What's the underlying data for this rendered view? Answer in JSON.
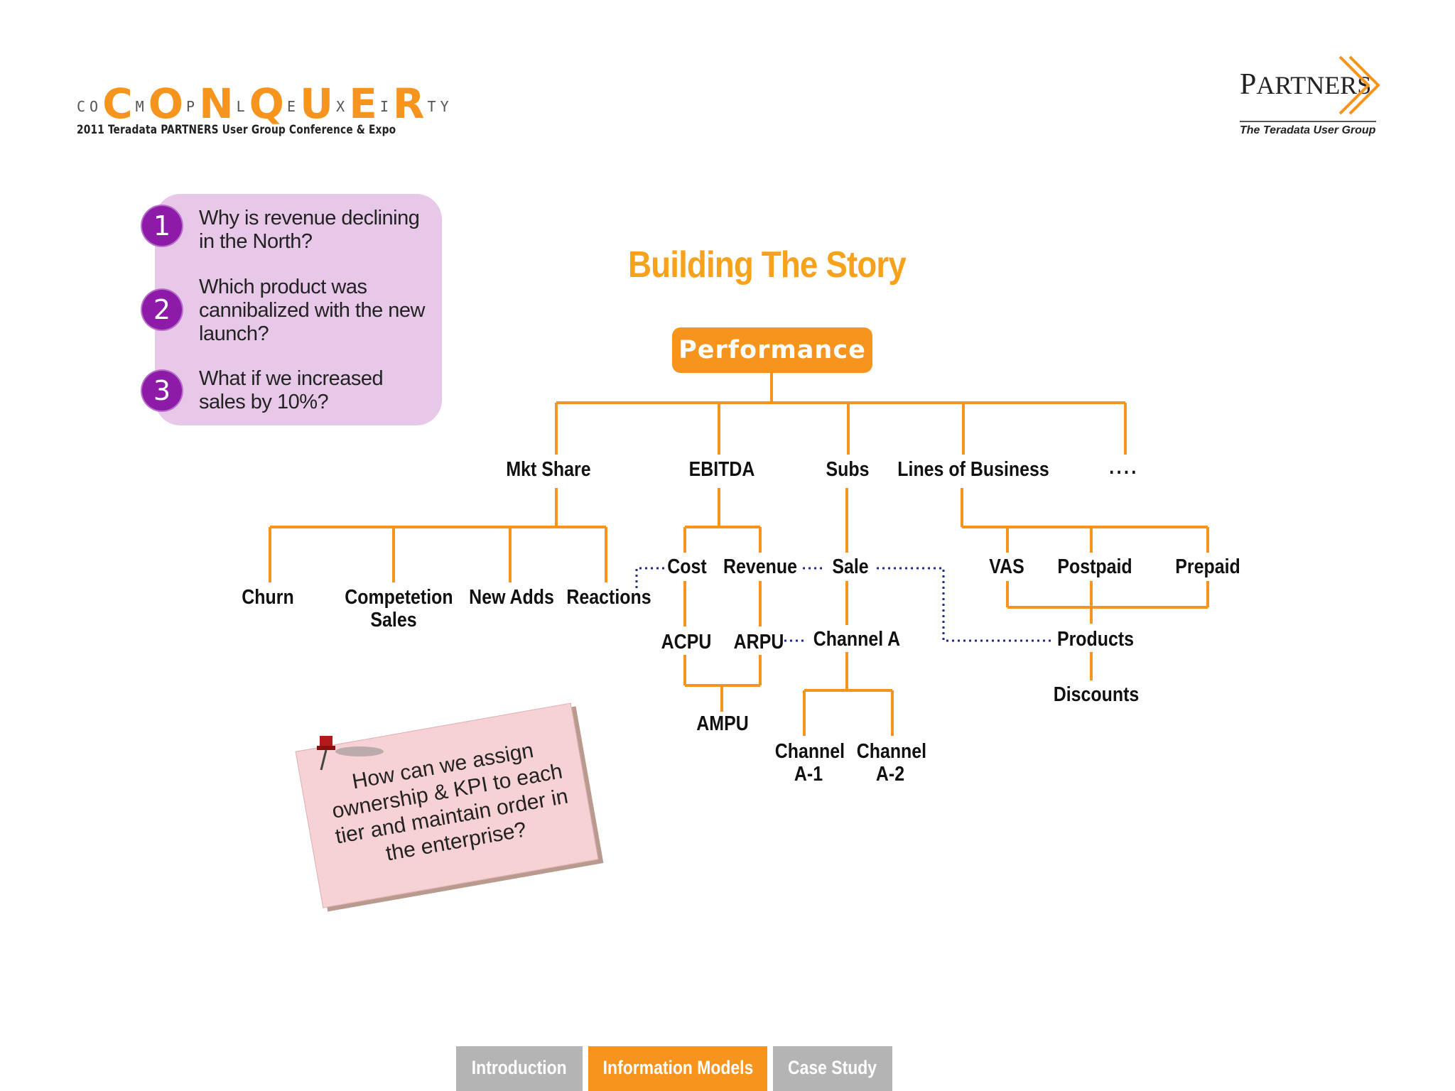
{
  "header": {
    "logo_small_letters": [
      "C",
      "O",
      "M",
      "P",
      "L",
      "E",
      "X",
      "I",
      "T",
      "Y"
    ],
    "logo_big_letters": [
      "C",
      "O",
      "N",
      "Q",
      "U",
      "E",
      "R"
    ],
    "logo_subtitle": "2011 Teradata PARTNERS User Group Conference & Expo",
    "partners_name_first": "P",
    "partners_name_rest": "ARTNERS",
    "partners_tagline": "The Teradata User Group"
  },
  "questions": [
    {
      "number": "1",
      "text": "Why is revenue declining in the North?"
    },
    {
      "number": "2",
      "text": "Which product was cannibalized with the new launch?"
    },
    {
      "number": "3",
      "text": "What if we increased sales by 10%?"
    }
  ],
  "diagram": {
    "title": "Building The Story",
    "root": "Performance",
    "level1": [
      "Mkt Share",
      "EBITDA",
      "Subs",
      "Lines of Business",
      "...."
    ],
    "mkt_share_children": [
      "Churn",
      "Competetion Sales",
      "New Adds",
      "Reactions"
    ],
    "ebitda_children": [
      "Cost",
      "Revenue"
    ],
    "cost_child": "ACPU",
    "revenue_child": "ARPU",
    "ebitda_grandchild": "AMPU",
    "subs_child": "Sale",
    "sale_child": "Channel A",
    "channel_children": [
      "Channel A-1",
      "Channel A-2"
    ],
    "lob_children": [
      "VAS",
      "Postpaid",
      "Prepaid"
    ],
    "lob_grandchild": "Products",
    "products_child": "Discounts"
  },
  "sticky_note": {
    "text": "How can we assign ownership & KPI to each tier and maintain order in the enterprise?"
  },
  "nav": {
    "tabs": [
      "Introduction",
      "Information Models",
      "Case Study"
    ],
    "active_tab": "Information Models"
  },
  "colors": {
    "accent_orange": "#f7941d",
    "question_bg": "#e8c8e8",
    "question_badge": "#8e1aa8",
    "connector_dotted": "#1f2a8a",
    "sticky_bg": "#f6d2d4",
    "tab_inactive": "#b4b4b4"
  }
}
